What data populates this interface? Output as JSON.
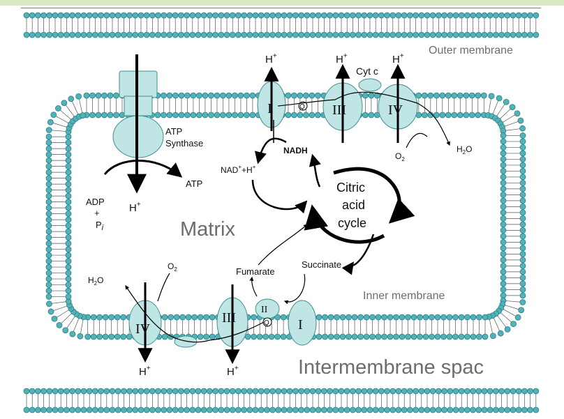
{
  "regions": {
    "outer_membrane": "Outer membrane",
    "inner_membrane": "Inner membrane",
    "matrix": "Matrix",
    "intermembrane_space": "Intermembrane spac"
  },
  "atp_synthase": {
    "name_line1": "ATP",
    "name_line2": "Synthase",
    "adp": "ADP",
    "plus": "+",
    "pi": "P",
    "pi_sub": "i",
    "atp": "ATP",
    "proton": "H",
    "proton_sup": "+"
  },
  "complexes": {
    "top_I": "I",
    "top_III": "III",
    "top_IV": "IV",
    "cyt_c": "Cyt c",
    "q_top": "Q",
    "bottom_I": "I",
    "bottom_II": "II",
    "bottom_III": "III",
    "bottom_IV": "IV",
    "q_bottom": "Q"
  },
  "metabolites": {
    "nadh": "NADH",
    "nad_base": "NAD",
    "nad_sup": "+",
    "nad_tail": "+H",
    "nad_tail_sup": "+",
    "fumarate": "Fumarate",
    "succinate": "Succinate",
    "h2o_top_h": "H",
    "h2o_top_sub": "2",
    "h2o_top_o": "O",
    "o2_top_o": "O",
    "o2_top_sub": "2",
    "h2o_bottom_h": "H",
    "h2o_bottom_sub": "2",
    "h2o_bottom_o": "O",
    "o2_bottom_o": "O",
    "o2_bottom_sub": "2"
  },
  "cycle": {
    "line1": "Citric",
    "line2": "acid",
    "line3": "cycle"
  },
  "protons": {
    "h": "H",
    "sup": "+"
  },
  "colors": {
    "head": "#53b2b8",
    "head_stroke": "#2a7f86",
    "protein": "#bfe5e4",
    "protein_stroke": "#3f8f92",
    "arrow": "#000000",
    "region_text": "#6d6d6d",
    "top_bar": "#dbe6c2",
    "rule": "#b65f5f"
  }
}
